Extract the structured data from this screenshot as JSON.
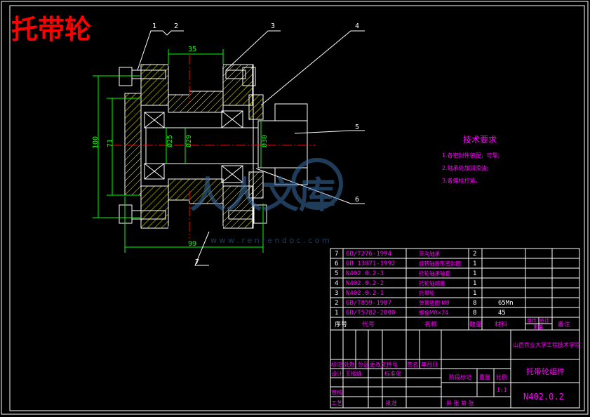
{
  "drawing": {
    "title": "托带轮",
    "watermark_text": "人人文库",
    "watermark_url": "w w w . r e n r e n d o c . c o m",
    "callouts": [
      "1",
      "2",
      "3",
      "4",
      "5",
      "6",
      "7"
    ],
    "dimensions": {
      "d35": "35",
      "d100": "100",
      "d71": "71",
      "d25": "Ø25",
      "d29": "Ø29",
      "d30": "Ø30",
      "d99": "99"
    }
  },
  "tech": {
    "title": "技术要求",
    "items": [
      "1.各密封件装配，可靠;",
      "2.轴承处加润滑油;",
      "3.各螺栓拧紧。"
    ]
  },
  "bom": {
    "rows": [
      {
        "no": "7",
        "code": "GB/T276-1994",
        "name": "深沟轴承",
        "qty": "2",
        "mat": "",
        "note": ""
      },
      {
        "no": "6",
        "code": "GB 13871-1992",
        "name": "旋转轴唇形密封圈",
        "qty": "1",
        "mat": "",
        "note": ""
      },
      {
        "no": "5",
        "code": "N402.0.2-3",
        "name": "托轮轴承轴套",
        "qty": "1",
        "mat": "",
        "note": ""
      },
      {
        "no": "4",
        "code": "N402.0.2-2",
        "name": "托轮轴端盖",
        "qty": "1",
        "mat": "",
        "note": ""
      },
      {
        "no": "3",
        "code": "N402.0.2-1",
        "name": "托带轮",
        "qty": "1",
        "mat": "",
        "note": ""
      },
      {
        "no": "2",
        "code": "GB/T859-1987",
        "name": "弹簧垫圈 M8",
        "qty": "8",
        "mat": "65Mn",
        "note": ""
      },
      {
        "no": "1",
        "code": "GB/T5782-2000",
        "name": "螺栓M8×24",
        "qty": "8",
        "mat": "45",
        "note": ""
      }
    ],
    "header": {
      "no": "序号",
      "code": "代号",
      "name": "名称",
      "qty": "数量",
      "mat": "材料",
      "single": "单件",
      "total": "总计",
      "weight": "重量",
      "note": "备注"
    }
  },
  "titleblock": {
    "school": "山西农业大学工程技术学院",
    "part_name": "托带轮组件",
    "drawing_no": "N402.0.2",
    "scale": "1:1",
    "labels": {
      "mark": "标记",
      "count": "处数",
      "zone": "分区",
      "change_doc": "更改文件号",
      "sign": "签名",
      "date": "年月日",
      "design": "设计",
      "designer": "王振峰",
      "std": "标准化",
      "stage": "阶段标记",
      "weight": "重量",
      "scale": "比例",
      "review": "审核",
      "process": "工艺",
      "approve": "批准",
      "sheets": "共  张  第  张"
    }
  },
  "colors": {
    "frame": "#ffffff",
    "outline": "#ffffff",
    "hatch": "#ffff00",
    "center": "#ff0000",
    "dimension": "#00ff00",
    "bom_text": "#ff00ff",
    "title": "#ff0000"
  }
}
